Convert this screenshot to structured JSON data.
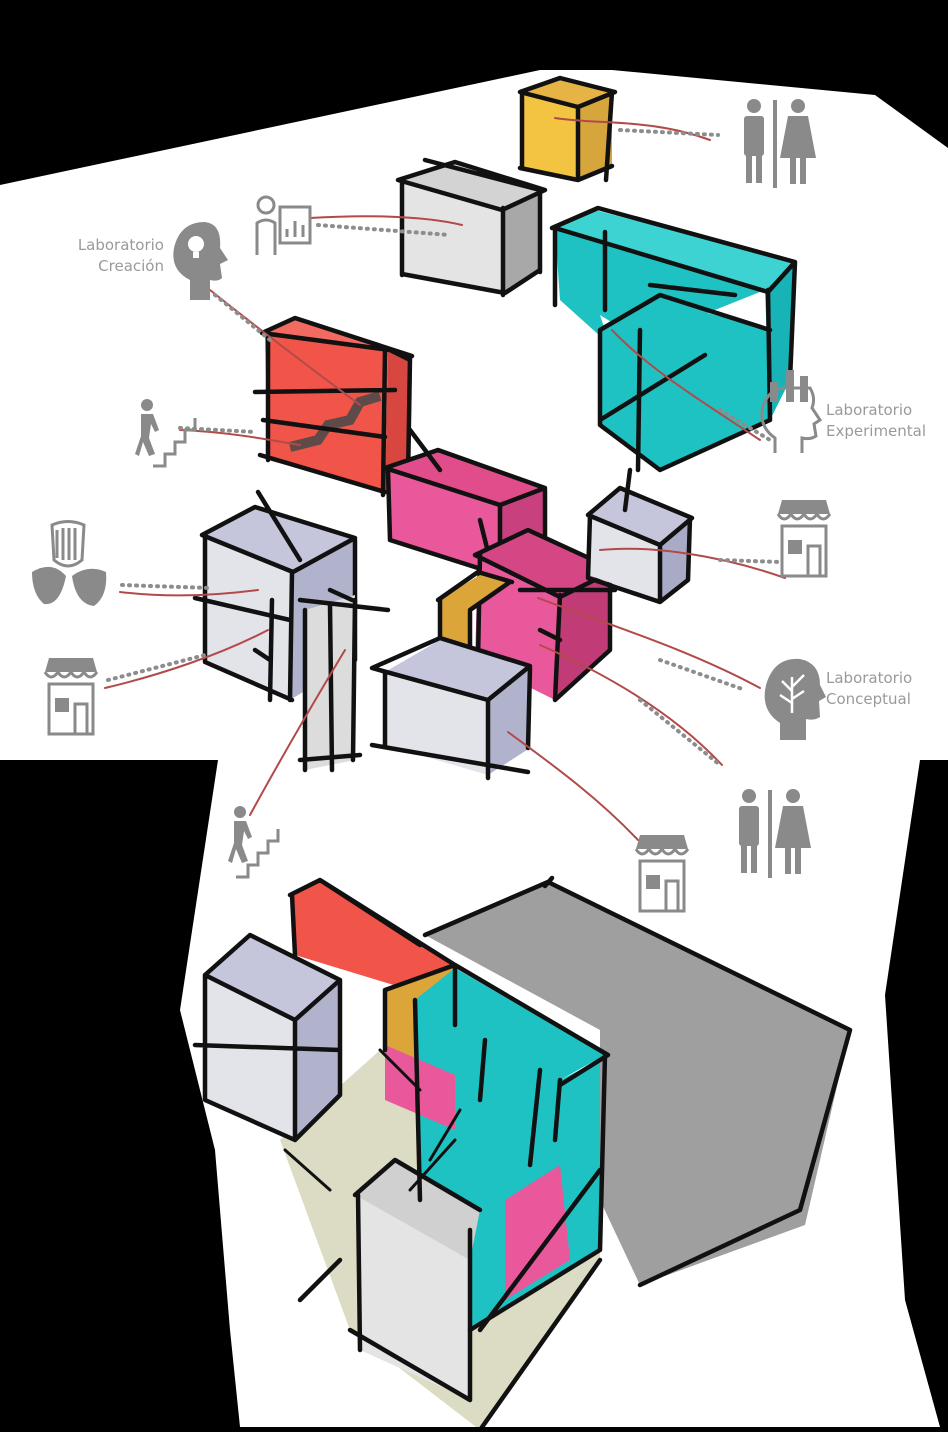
{
  "labels": {
    "lab_creacion": [
      "Laboratorio",
      "Creación"
    ],
    "lab_experimental": [
      "Laboratorio",
      "Experimental"
    ],
    "lab_conceptual": [
      "Laboratorio",
      "Conceptual"
    ]
  },
  "icons": [
    "restroom-icon",
    "presentation-icon",
    "head-lightbulb-icon",
    "stairs-icon",
    "head-tools-icon",
    "shop-icon",
    "theatre-masks-icon",
    "head-tree-icon"
  ],
  "colors": {
    "background": "#000000",
    "paper": "#ffffff",
    "red_volume": "#e8524a",
    "magenta_volume": "#d9487f",
    "teal_volume": "#1fc2c2",
    "ochre_volume": "#dca53a",
    "lavender_volume": "#c5c6dc",
    "grey_volume": "#d9d9d9",
    "plaza_grey": "#9e9e9e",
    "leader_red": "#b24a4a",
    "icon_grey": "#8a8a8a"
  }
}
